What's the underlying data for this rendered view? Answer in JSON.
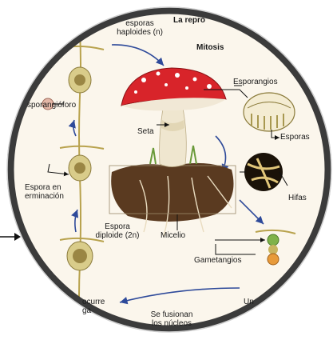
{
  "labels": {
    "esporas_haploides": "esporas\nhaploides (n)",
    "reproduccion": "La repro",
    "mitosis": "Mitosis",
    "esporangios": "Esporangios",
    "esporas": "Esporas",
    "esporangioforo": "sporangióforo",
    "seta": "Seta",
    "espora_germinacion": "Espora en\nerminación",
    "hifas": "Hifas",
    "espora_diploide": "Espora\ndiploide (2n)",
    "micelio": "Micelio",
    "gametangios": "Gametangios",
    "ocurre": "ocurre\nga",
    "se_fusionan": "Se fusionan\nlos núcleos",
    "un": "Un"
  },
  "colors": {
    "ring": "#3b3b3b",
    "background": "#fbf6ec",
    "cap_red": "#d8242a",
    "stem": "#efe6cf",
    "soil": "#5a3a20",
    "arrow_blue": "#2e4a9a",
    "hypha": "#c9b560",
    "gametangia_green": "#7fb24a",
    "gametangia_orange": "#e79a3a"
  }
}
